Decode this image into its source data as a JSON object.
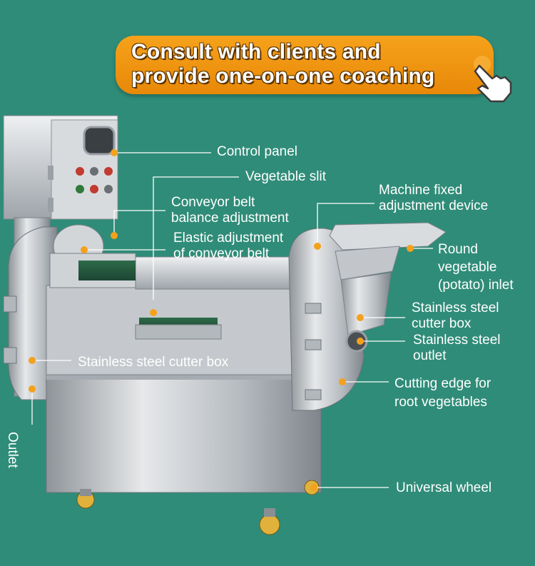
{
  "banner": {
    "line1": "Consult with clients and",
    "line2": "provide one-on-one coaching"
  },
  "labels": {
    "control_panel": "Control panel",
    "vegetable_slit": "Vegetable slit",
    "conveyor_balance_1": "Conveyor belt",
    "conveyor_balance_2": "balance adjustment",
    "elastic_1": "Elastic adjustment",
    "elastic_2": "of conveyor belt",
    "machine_fixed_1": "Machine fixed",
    "machine_fixed_2": "adjustment device",
    "round_1": "Round",
    "round_2": "vegetable",
    "round_3": "(potato) inlet",
    "ss_cutter_box_right_1": "Stainless steel",
    "ss_cutter_box_right_2": "cutter box",
    "ss_outlet_1": "Stainless steel",
    "ss_outlet_2": "outlet",
    "ss_cutter_box_left": "Stainless steel cutter box",
    "cutting_edge_1": "Cutting edge for",
    "cutting_edge_2": "root vegetables",
    "universal_wheel": "Universal wheel",
    "outlet": "Outlet"
  },
  "colors": {
    "background": "#2f8c78",
    "banner": "#f29514",
    "marker": "#f4a11c",
    "steel": "#c9cdd1"
  }
}
